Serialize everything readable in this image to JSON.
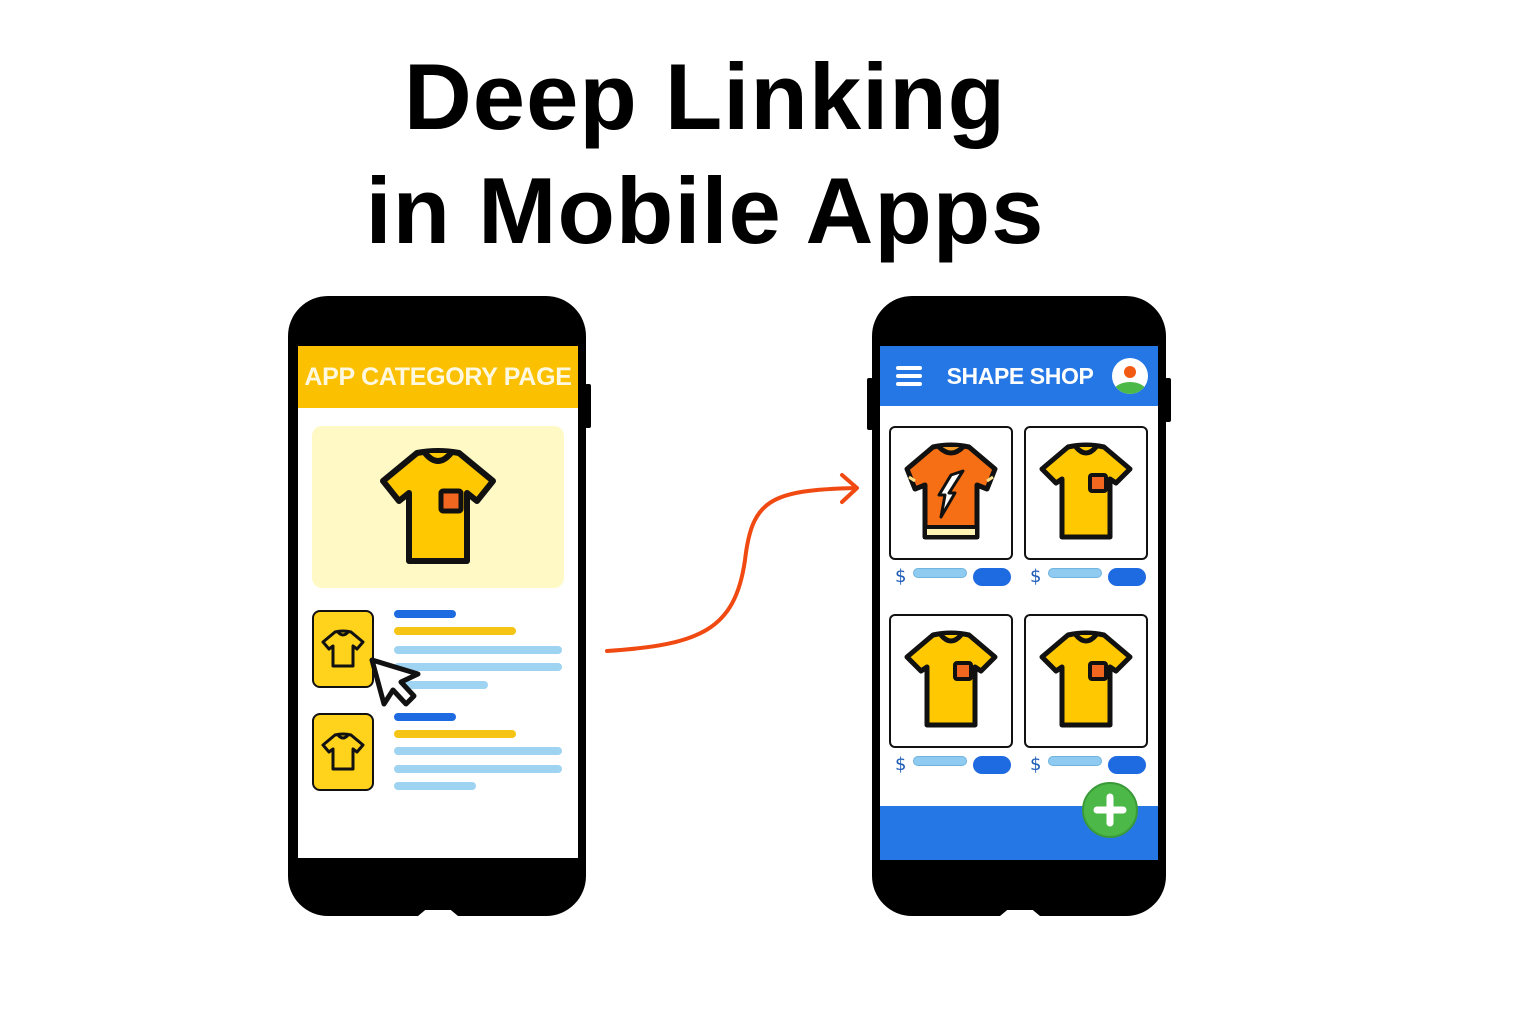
{
  "title": {
    "line1": "Deep Linking",
    "line2": "in Mobile Apps"
  },
  "left_phone": {
    "header_label": "APP CATEGORY PAGE",
    "header_color": "#FBC101",
    "hero_background": "#FFF9C6",
    "hero_icon": "tshirt-yellow-pocket-icon",
    "list_items": [
      {
        "icon": "tshirt-icon",
        "bars": [
          "title",
          "subtitle",
          "line",
          "line",
          "short-line"
        ]
      },
      {
        "icon": "tshirt-icon",
        "bars": [
          "title",
          "subtitle",
          "line",
          "line",
          "short-line"
        ]
      }
    ],
    "cursor_icon": "pointer-cursor-icon"
  },
  "connector": {
    "icon": "curved-arrow-icon",
    "color": "#F04A12"
  },
  "right_phone": {
    "header_label": "SHAPE SHOP",
    "header_color": "#2477E4",
    "menu_icon": "hamburger-menu-icon",
    "avatar_icon": "user-avatar-icon",
    "products": [
      {
        "icon": "tshirt-orange-bolt-icon",
        "currency": "$"
      },
      {
        "icon": "tshirt-yellow-pocket-icon",
        "currency": "$"
      },
      {
        "icon": "tshirt-yellow-pocket-icon",
        "currency": "$"
      },
      {
        "icon": "tshirt-yellow-pocket-icon",
        "currency": "$"
      }
    ],
    "fab_icon": "plus-icon",
    "fab_color": "#4CB848"
  }
}
